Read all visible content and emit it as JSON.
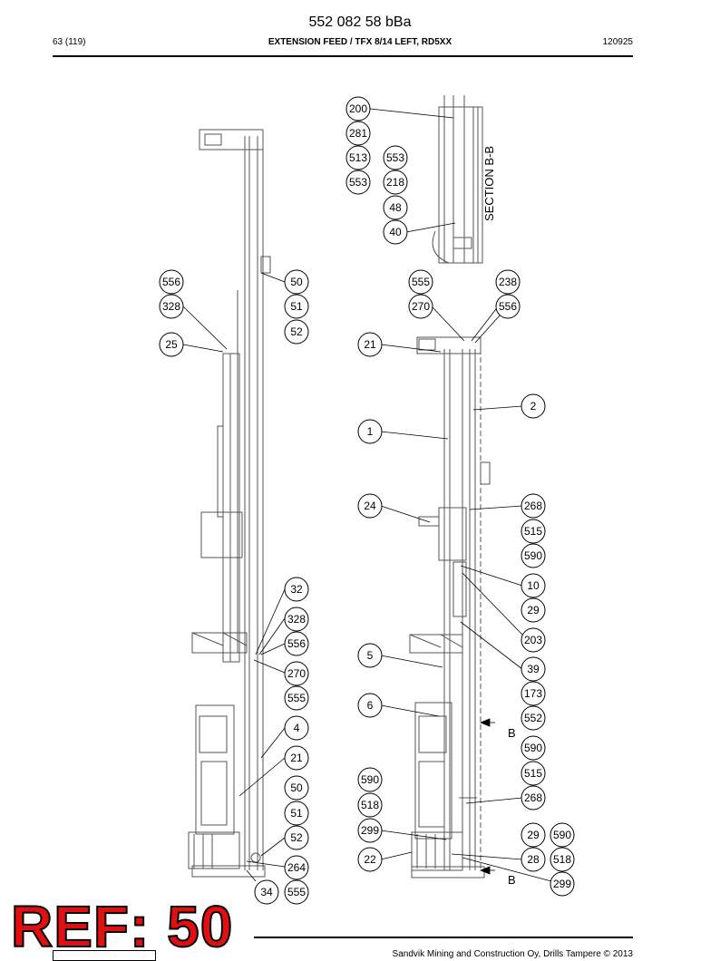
{
  "header": {
    "doc_number": "552 082 58 bBa",
    "page": "63 (119)",
    "title": "EXTENSION FEED / TFX 8/14 LEFT, RD5XX",
    "date": "120925"
  },
  "section_label": "SECTION B-B",
  "section_marker": "B",
  "ref_stamp": "REF: 50",
  "footer": {
    "copyright": "Sandvik Mining and Construction Oy, Drills Tampere © 2013"
  },
  "callouts": {
    "section": [
      "200",
      "281",
      "513",
      "553",
      "553",
      "218",
      "48",
      "40"
    ],
    "left": [
      "556",
      "50",
      "328",
      "51",
      "52",
      "25",
      "32",
      "328",
      "556",
      "270",
      "555",
      "4",
      "21",
      "50",
      "51",
      "52",
      "264",
      "34",
      "555"
    ],
    "right": [
      "555",
      "238",
      "270",
      "556",
      "21",
      "2",
      "1",
      "24",
      "268",
      "515",
      "590",
      "10",
      "29",
      "203",
      "5",
      "39",
      "173",
      "6",
      "552",
      "590",
      "515",
      "590",
      "268",
      "518",
      "299",
      "29",
      "590",
      "22",
      "28",
      "518",
      "299"
    ]
  }
}
